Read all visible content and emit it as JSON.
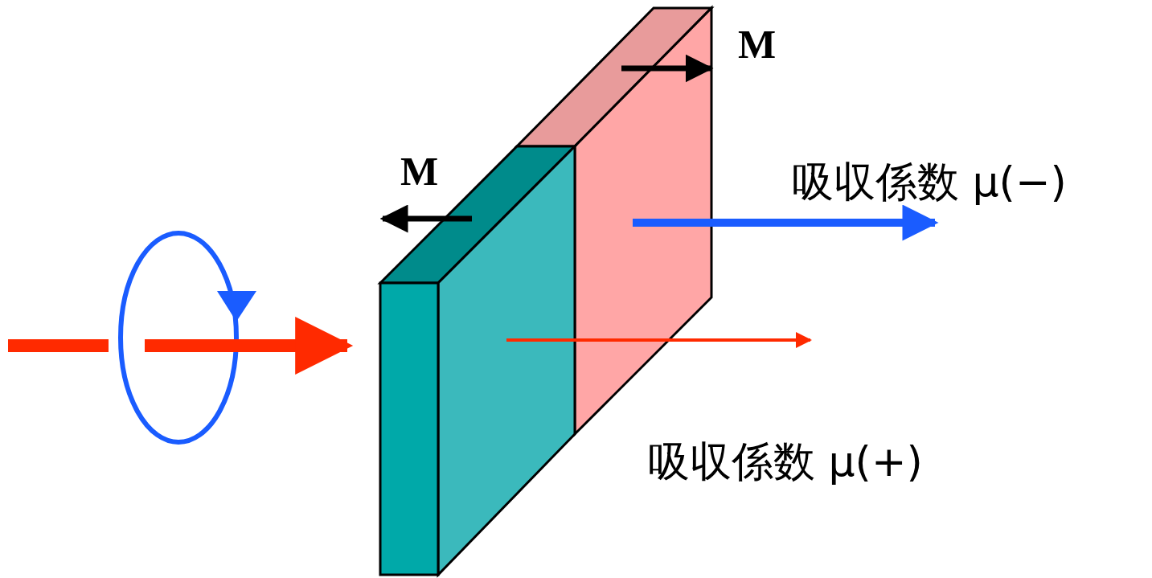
{
  "diagram": {
    "labels": [
      "M",
      "M",
      "吸収係数 μ(−)",
      "吸収係数 μ(+)"
    ]
  }
}
